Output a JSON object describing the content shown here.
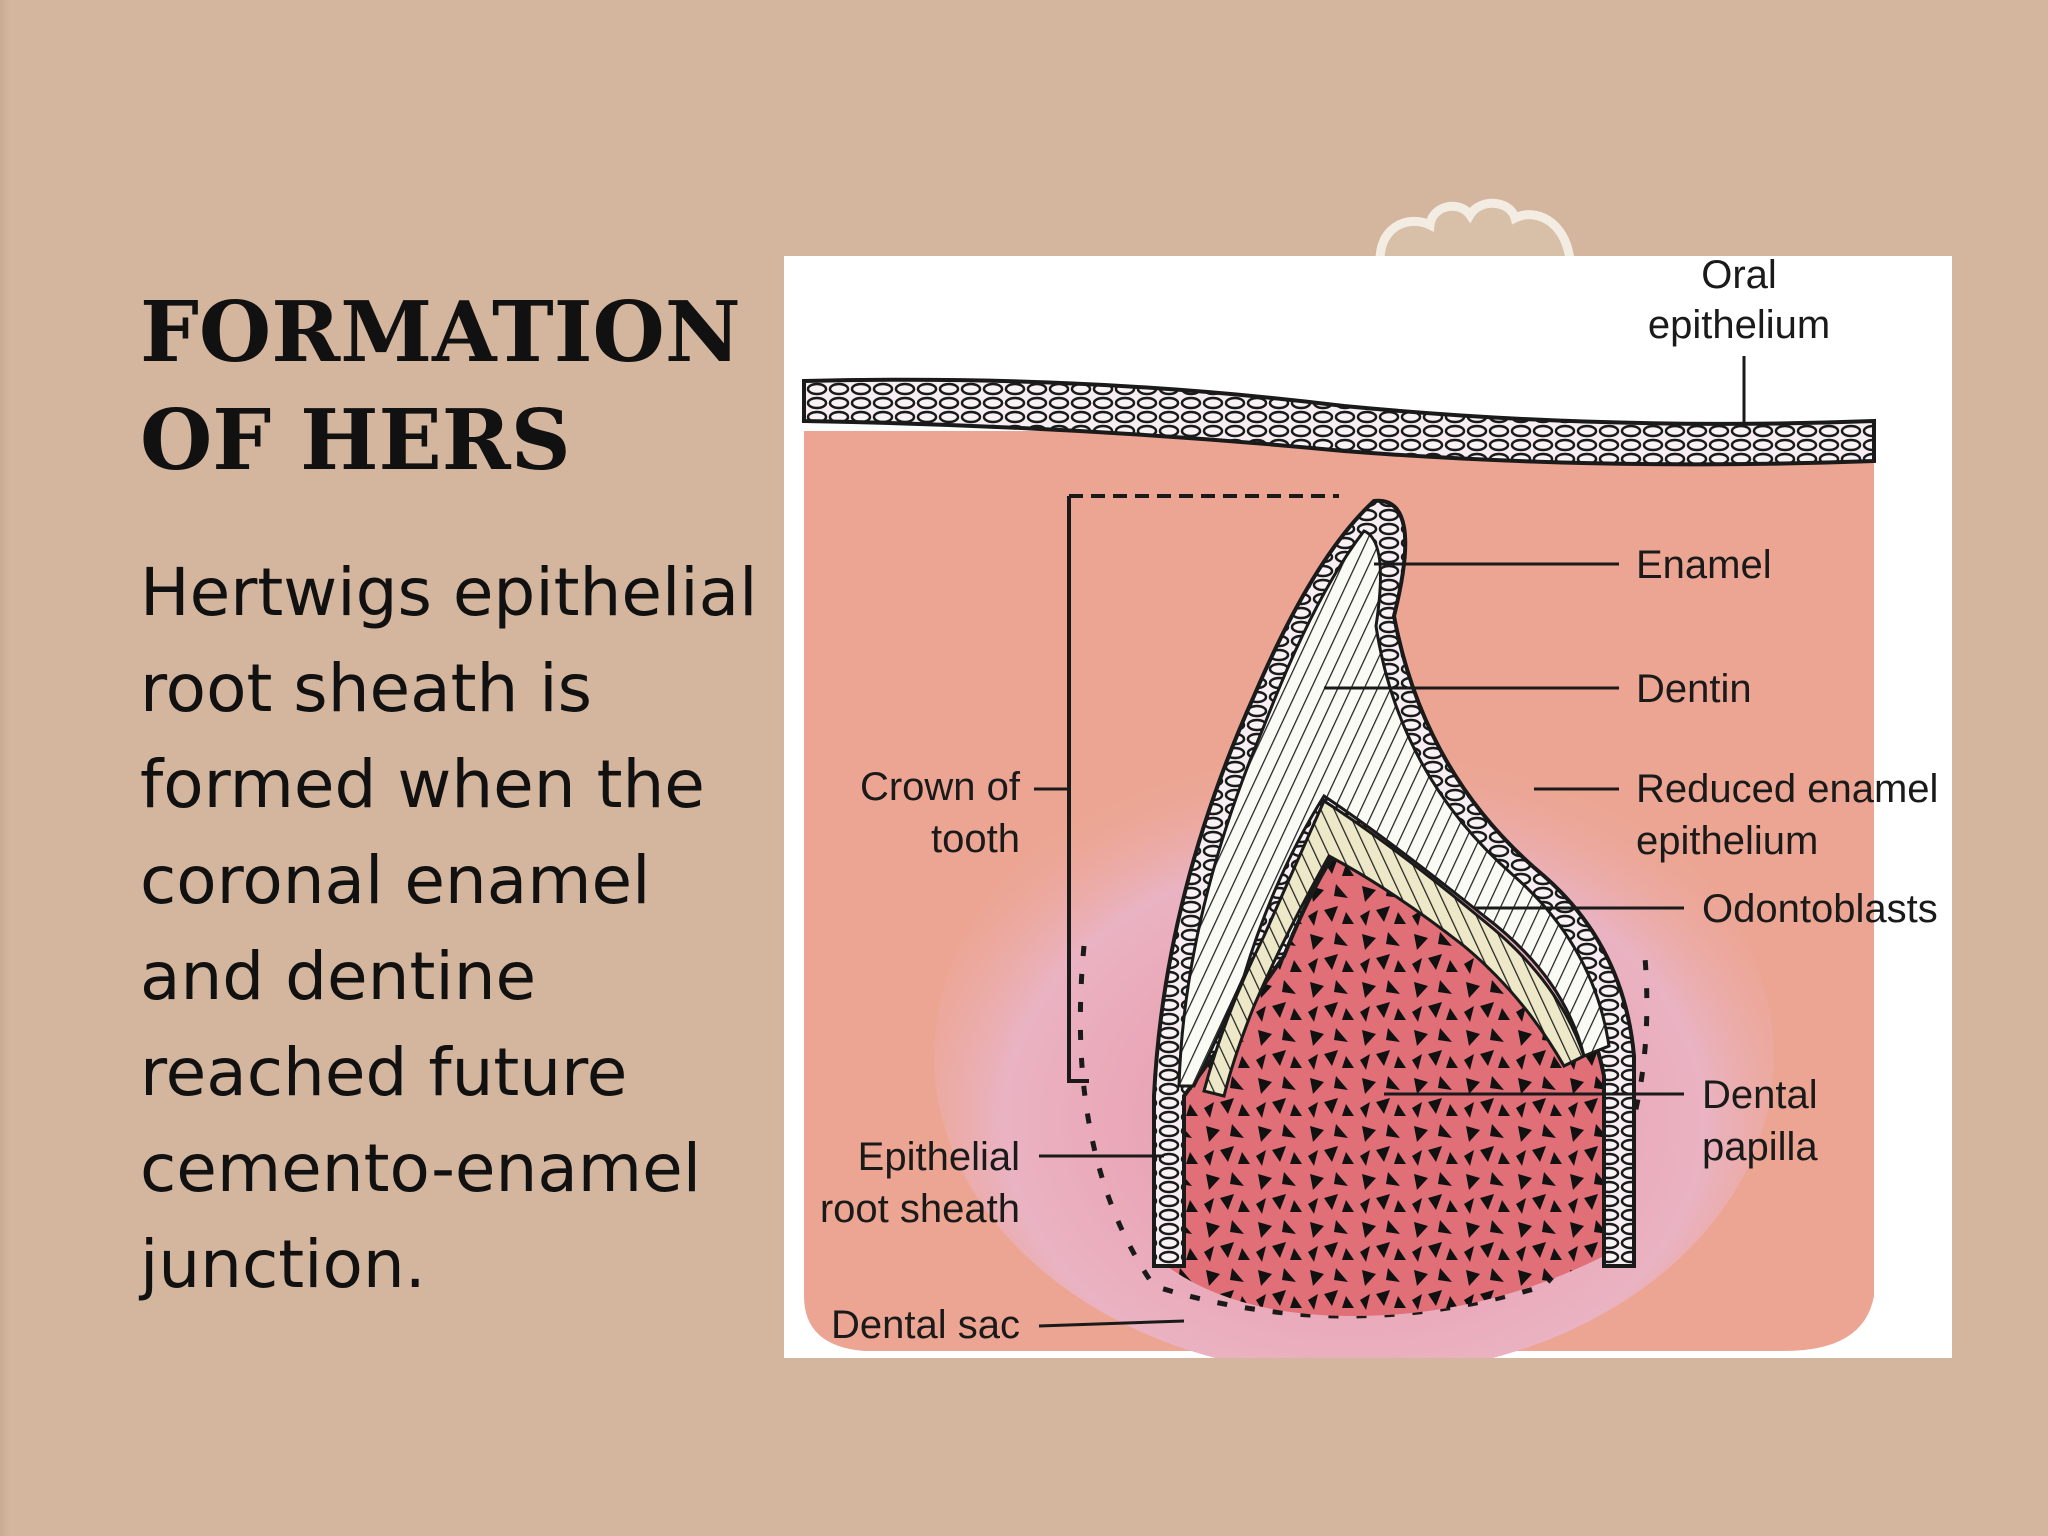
{
  "slide": {
    "title_line1": "FORMATION",
    "title_line2": "OF HERS",
    "body_lines": [
      "Hertwigs epithelial",
      "root sheath is",
      "formed when the",
      "coronal enamel",
      "and dentine",
      "reached future",
      "cemento-enamel",
      "junction."
    ]
  },
  "diagram": {
    "labels": {
      "oral_epithelium_1": "Oral",
      "oral_epithelium_2": "epithelium",
      "enamel": "Enamel",
      "dentin": "Dentin",
      "reduced_enamel_1": "Reduced enamel",
      "reduced_enamel_2": "epithelium",
      "odontoblasts": "Odontoblasts",
      "dental_papilla_1": "Dental",
      "dental_papilla_2": "papilla",
      "crown_1": "Crown of",
      "crown_2": "tooth",
      "root_sheath_1": "Epithelial",
      "root_sheath_2": "root sheath",
      "dental_sac": "Dental sac"
    }
  },
  "colors": {
    "background": "#d4b59d",
    "tissue": "#eca592",
    "papilla": "#e06f78",
    "dental_sac": "#e8a6b8",
    "dentin": "#ede8c8",
    "enamel": "#ffffff"
  }
}
